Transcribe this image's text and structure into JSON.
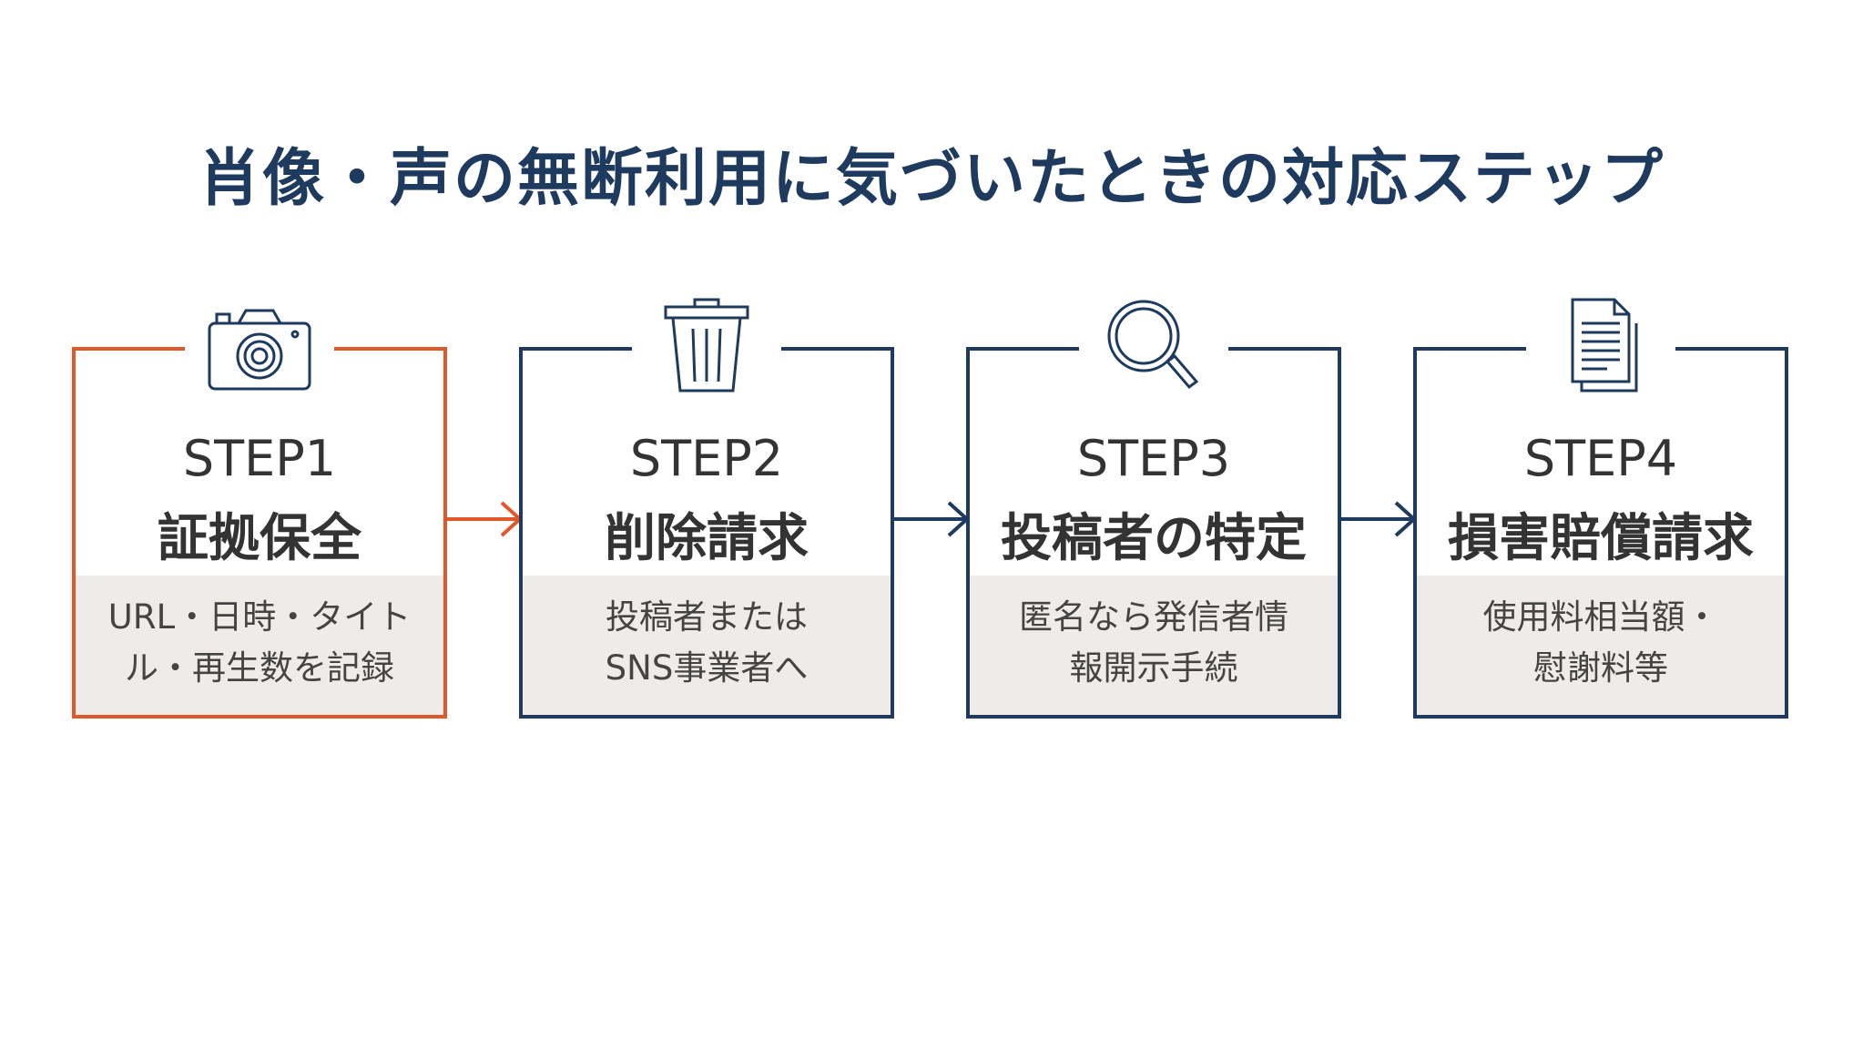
{
  "title": "肖像・声の無断利用に気づいたときの対応ステップ",
  "colors": {
    "accent": "#e0582a",
    "navy": "#1e3a5f",
    "detail_bg": "#eeebe8",
    "text": "#333333"
  },
  "steps": [
    {
      "number": "STEP1",
      "name": "証拠保全",
      "detail_line1": "URL・日時・タイト",
      "detail_line2": "ル・再生数を記録",
      "icon": "camera-icon"
    },
    {
      "number": "STEP2",
      "name": "削除請求",
      "detail_line1": "投稿者または",
      "detail_line2": "SNS事業者へ",
      "icon": "trash-icon"
    },
    {
      "number": "STEP3",
      "name": "投稿者の特定",
      "detail_line1": "匿名なら発信者情",
      "detail_line2": "報開示手続",
      "icon": "magnifier-icon"
    },
    {
      "number": "STEP4",
      "name": "損害賠償請求",
      "detail_line1": "使用料相当額・",
      "detail_line2": "慰謝料等",
      "icon": "document-icon"
    }
  ]
}
